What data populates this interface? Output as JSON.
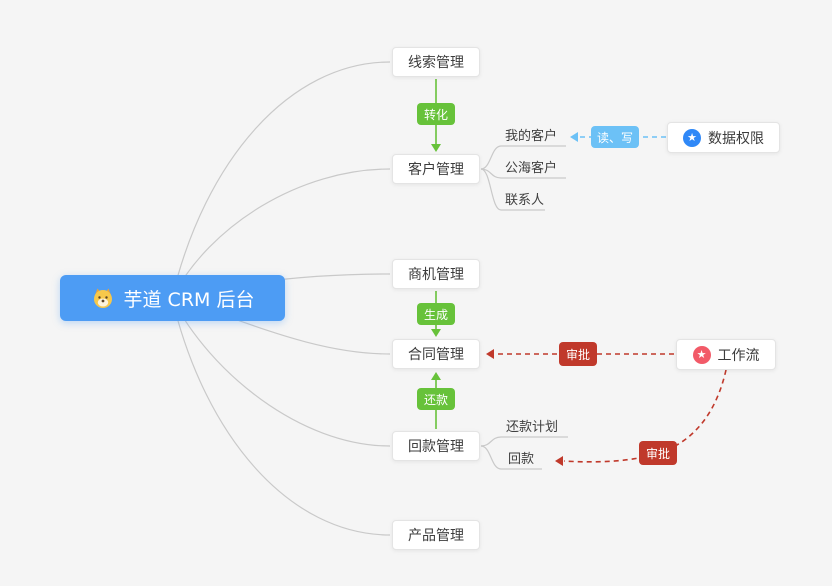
{
  "diagram_title": "芋道 CRM 后台",
  "root_node": {
    "label": "芋道 CRM 后台",
    "icon": "dog-icon"
  },
  "modules": {
    "leads": {
      "label": "线索管理"
    },
    "customers": {
      "label": "客户管理"
    },
    "opportunities": {
      "label": "商机管理"
    },
    "contracts": {
      "label": "合同管理"
    },
    "receivables": {
      "label": "回款管理"
    },
    "products": {
      "label": "产品管理"
    }
  },
  "customer_children": {
    "my_customers": {
      "label": "我的客户"
    },
    "public_sea_customers": {
      "label": "公海客户"
    },
    "contacts": {
      "label": "联系人"
    }
  },
  "receivable_children": {
    "repayment_plan": {
      "label": "还款计划"
    },
    "receivable": {
      "label": "回款"
    }
  },
  "side_nodes": {
    "data_permission": {
      "label": "数据权限",
      "icon": "star-icon",
      "icon_glyph": "★",
      "icon_color": "#2f88f7"
    },
    "workflow": {
      "label": "工作流",
      "icon": "star-icon",
      "icon_glyph": "★",
      "icon_color": "#f25a68"
    }
  },
  "edge_labels": {
    "convert": {
      "label": "转化",
      "color": "#67c23a"
    },
    "generate": {
      "label": "生成",
      "color": "#67c23a"
    },
    "repay": {
      "label": "还款",
      "color": "#67c23a"
    },
    "read_write": {
      "label": "读、写",
      "color": "#6cc1f6"
    },
    "approve_contract": {
      "label": "审批",
      "color": "#c0392b"
    },
    "approve_receivable": {
      "label": "审批",
      "color": "#c0392b"
    }
  },
  "colors": {
    "background": "#f5f5f5",
    "root_blue": "#4d9cf4",
    "node_border": "#e4e4e4",
    "node_text": "#3c3c3c",
    "edge_gray": "#c9c9c9",
    "green": "#67c23a",
    "light_blue": "#6cc1f6",
    "dark_red": "#c0392b"
  }
}
